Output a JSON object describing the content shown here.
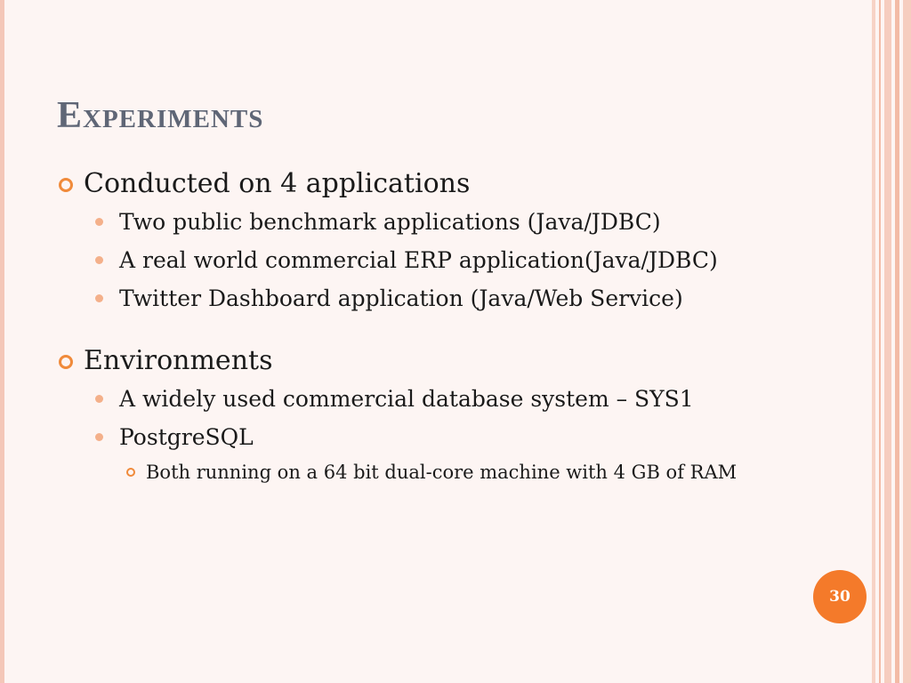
{
  "slide": {
    "title": "Experiments",
    "bullets": [
      {
        "text": "Conducted on 4 applications",
        "children": [
          {
            "text": "Two public benchmark applications (Java/JDBC)"
          },
          {
            "text": "A real world commercial ERP application(Java/JDBC)"
          },
          {
            "text": "Twitter Dashboard application (Java/Web Service)"
          }
        ]
      },
      {
        "text": "Environments",
        "children": [
          {
            "text": "A widely used commercial database system – SYS1"
          },
          {
            "text": "PostgreSQL",
            "children": [
              {
                "text": "Both running on a 64 bit dual-core machine with 4 GB of RAM"
              }
            ]
          }
        ]
      }
    ],
    "page_number": "30"
  },
  "colors": {
    "title": "#5f6676",
    "bullet_ring": "#f08a3a",
    "bullet_dot": "#f4b08a",
    "page_badge": "#f47a2a",
    "background": "#fdf5f3",
    "border_stripes": "#f3bba6"
  },
  "icons": {
    "level1_bullet": "ring-bullet-icon",
    "level2_bullet": "dot-bullet-icon",
    "level3_bullet": "small-ring-bullet-icon"
  }
}
